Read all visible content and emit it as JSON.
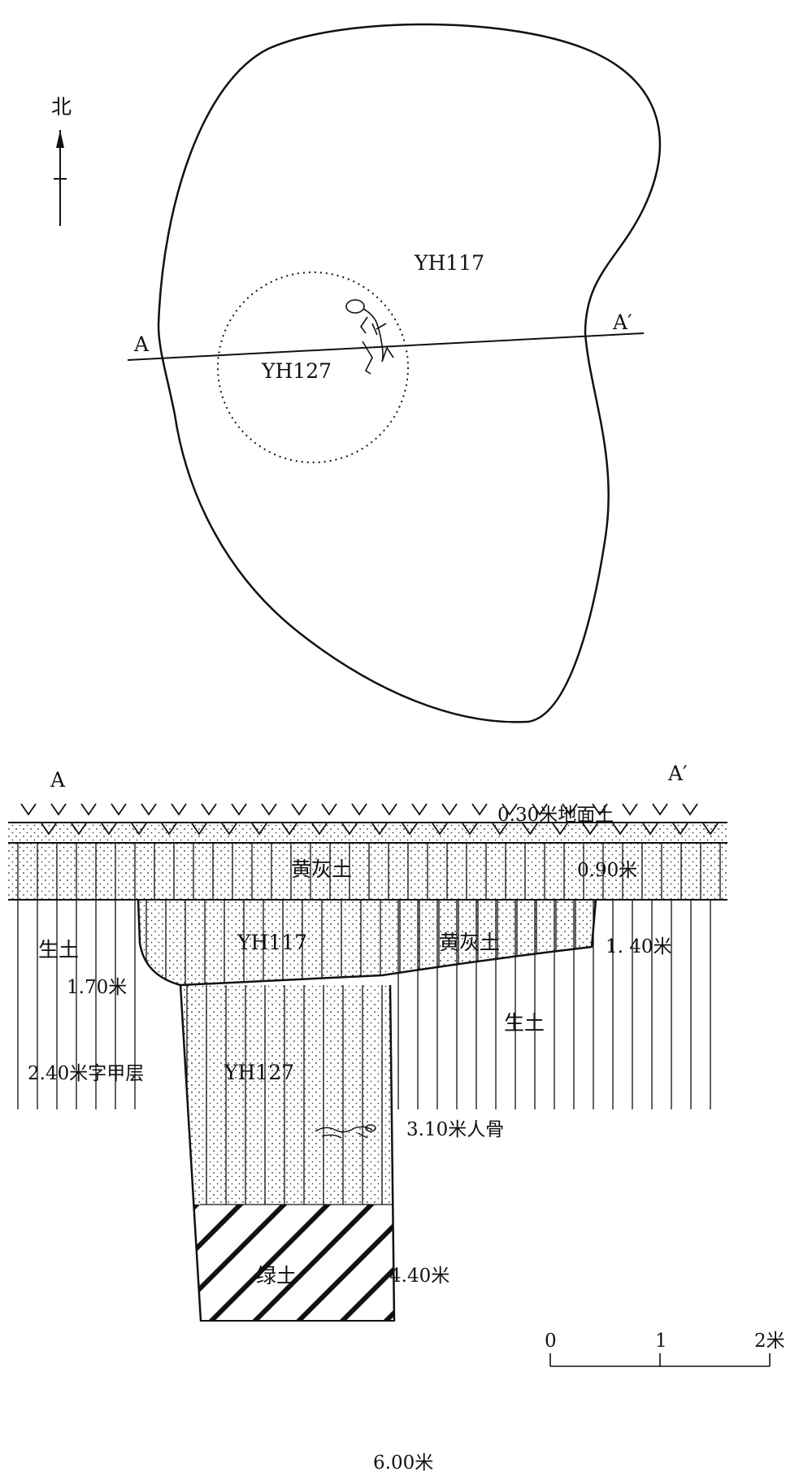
{
  "plan": {
    "north_label": "北",
    "pit_outer_label": "YH117",
    "pit_inner_label": "YH127",
    "section_start_label": "A",
    "section_end_label": "A′"
  },
  "section": {
    "start_label": "A",
    "end_label": "A′",
    "surface_label": "0.30米地面土",
    "yellow_gray_layer_label": "黄灰土",
    "yellow_gray_depth_label": "0.90米",
    "natural_soil_left_label": "生土",
    "natural_soil_right_label": "生土",
    "pit_yh117_label": "YH117",
    "pit_yh117_fill_label": "黄灰土",
    "depth_140_label": "1. 40米",
    "depth_170_label": "1.70米",
    "oracle_layer_label": "2.40米字甲层",
    "pit_yh127_label": "YH127",
    "bones_label": "3.10米人骨",
    "depth_440_label": "4.40米",
    "green_soil_label": "绿土",
    "depth_600_label": "6.00米"
  },
  "scale": {
    "tick_0": "0",
    "tick_1": "1",
    "tick_2": "2米"
  }
}
